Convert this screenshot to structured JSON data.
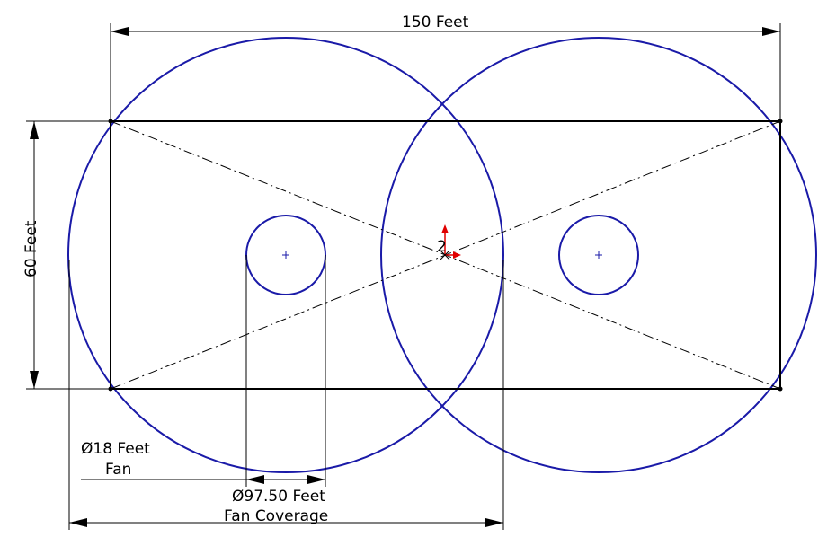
{
  "dimensions": {
    "length_label": "150 Feet",
    "width_label": "60 Feet",
    "fan_diameter_label": "Ø18 Feet",
    "fan_label": "Fan",
    "coverage_diameter_label": "Ø97.50 Feet",
    "coverage_label": "Fan Coverage"
  },
  "origin_marker": {
    "label": "2",
    "axis_color": "#e00000"
  },
  "colors": {
    "coverage_circle": "#1a1aa8",
    "fan_circle": "#1a1aa8",
    "outline": "#000000"
  }
}
